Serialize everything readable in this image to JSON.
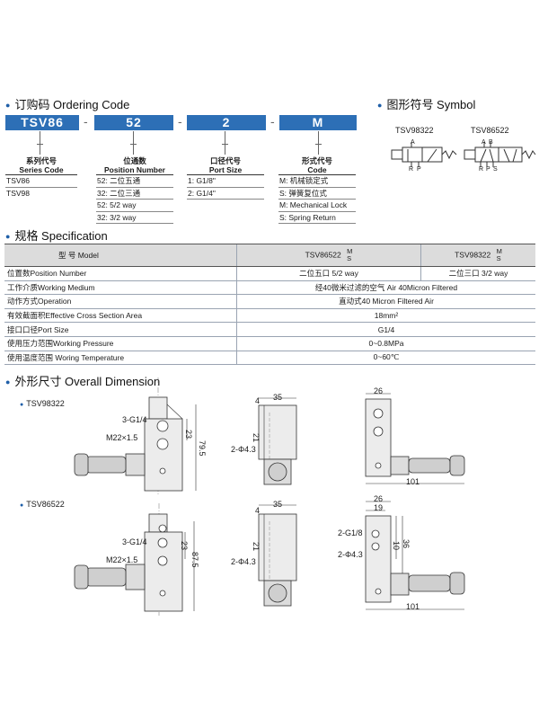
{
  "ordering": {
    "title": "订购码 Ordering Code",
    "codes": [
      "TSV86",
      "52",
      "2",
      "M"
    ],
    "separator": "-",
    "columns": [
      {
        "head_cn": "系列代号",
        "head_en": "Series Code",
        "items": [
          "TSV86",
          "TSV98"
        ]
      },
      {
        "head_cn": "位通数",
        "head_en": "Position Number",
        "items": [
          "52: 二位五通",
          "32: 二位三通",
          "52: 5/2 way",
          "32: 3/2 way"
        ]
      },
      {
        "head_cn": "口径代号",
        "head_en": "Port Size",
        "items": [
          "1: G1/8\"",
          "2: G1/4\""
        ]
      },
      {
        "head_cn": "形式代号",
        "head_en": "Code",
        "items": [
          "M: 机械锁定式",
          "S: 弹簧复位式",
          "M: Mechanical Lock",
          "S: Spring Return"
        ]
      }
    ]
  },
  "symbol": {
    "title": "图形符号 Symbol",
    "models": [
      "TSV98322",
      "TSV86522"
    ],
    "ports_a": [
      "A",
      "R",
      "P"
    ],
    "ports_b": [
      "A",
      "B",
      "R",
      "P",
      "S"
    ]
  },
  "spec": {
    "title": "规格 Specification",
    "header": {
      "label": "型  号 Model",
      "m1": "TSV86522",
      "m2": "TSV98322",
      "ms_m": "M",
      "ms_s": "S"
    },
    "rows": [
      {
        "label": "位置数Position Number",
        "v1": "二位五口 5/2 way",
        "v2": "二位三口 3/2 way"
      },
      {
        "label": "工作介质Working Medium",
        "v": "经40微米过滤的空气 Air 40Micron Filtered"
      },
      {
        "label": "动作方式Operation",
        "v": "直动式40 Micron Filtered Air"
      },
      {
        "label": "有效截面积Effective Cross Section Area",
        "v": "18mm²"
      },
      {
        "label": "接口口径Port Size",
        "v": "G1/4"
      },
      {
        "label": "使用压力范围Working Pressure",
        "v": "0~0.8MPa"
      },
      {
        "label": "使用温度范围 Woring Temperature",
        "v": "0~60℃"
      }
    ]
  },
  "dimension": {
    "title": "外形尺寸 Overall Dimension",
    "model_a": "TSV98322",
    "model_b": "TSV86522",
    "a": {
      "g": "3-G1/4",
      "m": "M22×1.5",
      "h1": "23",
      "h2": "79.5",
      "w1": "4",
      "w2": "35",
      "d1": "21",
      "hole": "2-Φ4.3",
      "w3": "26",
      "len": "101"
    },
    "b": {
      "g": "3-G1/4",
      "m": "M22×1.5",
      "h1": "23",
      "h2": "87.5",
      "w1": "4",
      "w2": "35",
      "d1": "21",
      "hole": "2-Φ4.3",
      "w3": "26",
      "w4": "19",
      "g2": "2-G1/8",
      "hole2": "2-Φ4.3",
      "d2": "10",
      "d3": "36",
      "len": "101"
    }
  }
}
